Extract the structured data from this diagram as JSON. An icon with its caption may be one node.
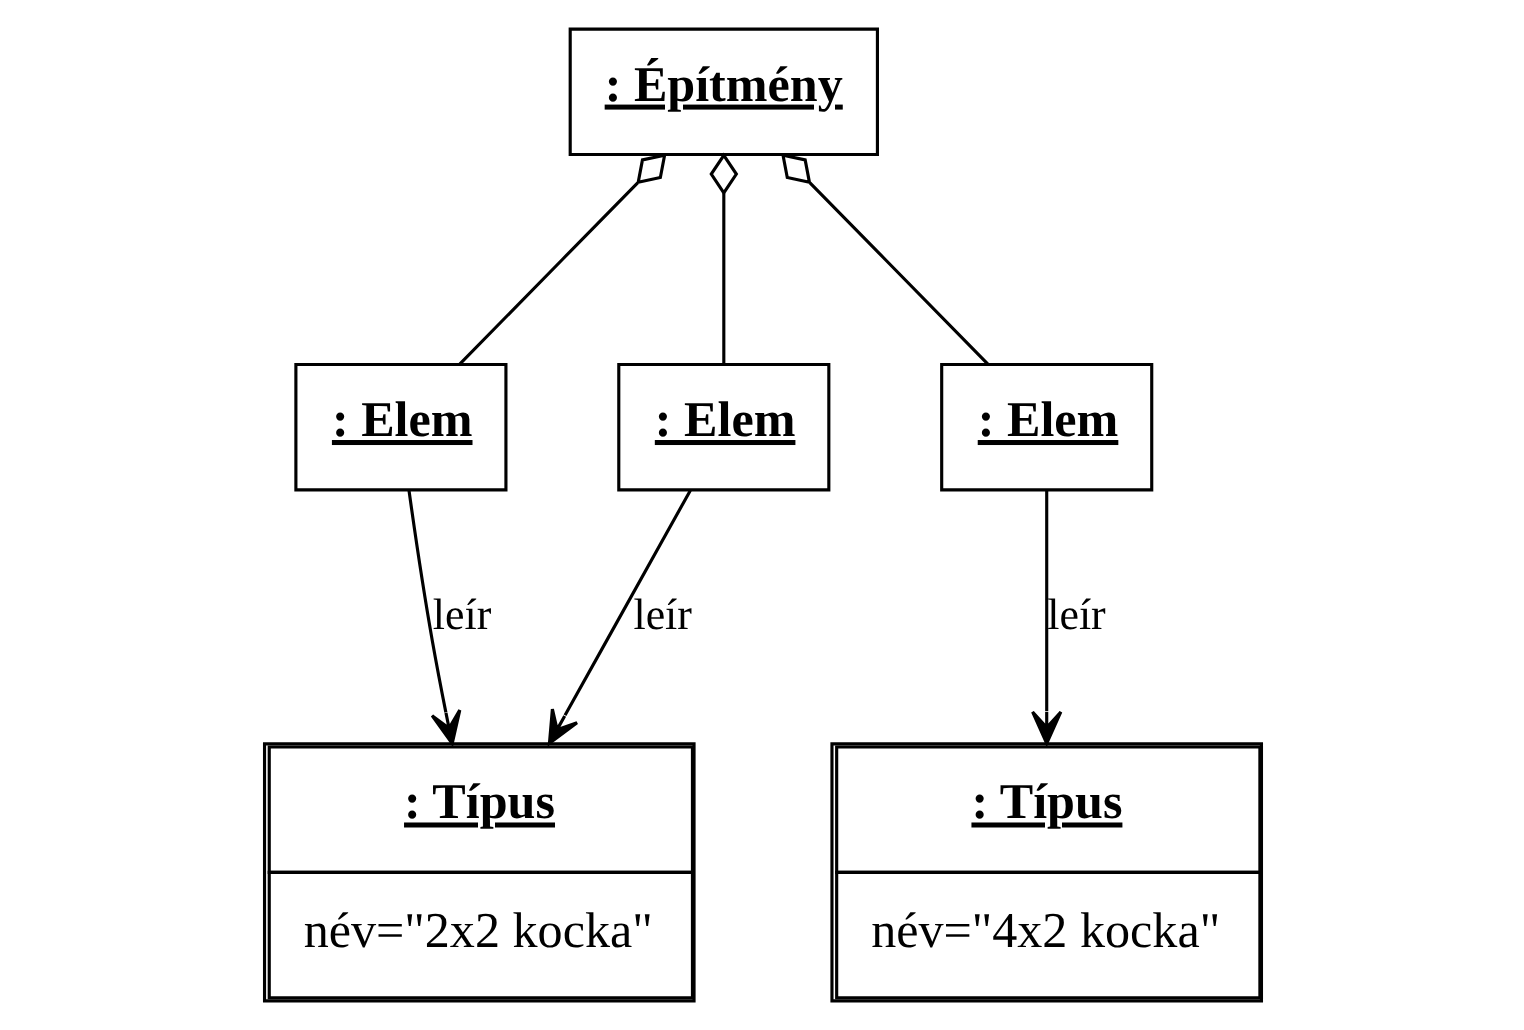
{
  "diagram": {
    "nodes": [
      {
        "text": [
          ": Építmény"
        ]
      },
      {
        "text": [
          ": Elem"
        ]
      },
      {
        "text": [
          ": Elem"
        ]
      },
      {
        "text": [
          ": Elem"
        ]
      },
      {
        "text": [
          ": Típus",
          "név=\"2x2 kocka\""
        ]
      },
      {
        "text": [
          ": Típus",
          "név=\"4x2 kocka\""
        ]
      }
    ],
    "edges": [
      {
        "from": 0,
        "to": 1,
        "arrow": "other"
      },
      {
        "from": 0,
        "to": 2,
        "arrow": "other"
      },
      {
        "from": 0,
        "to": 3,
        "arrow": "other"
      },
      {
        "from": 1,
        "to": 4,
        "arrow": "to",
        "label": "leír"
      },
      {
        "from": 2,
        "to": 4,
        "arrow": "to",
        "label": "leír"
      },
      {
        "from": 3,
        "to": 5,
        "arrow": "to",
        "label": "leír"
      }
    ]
  }
}
